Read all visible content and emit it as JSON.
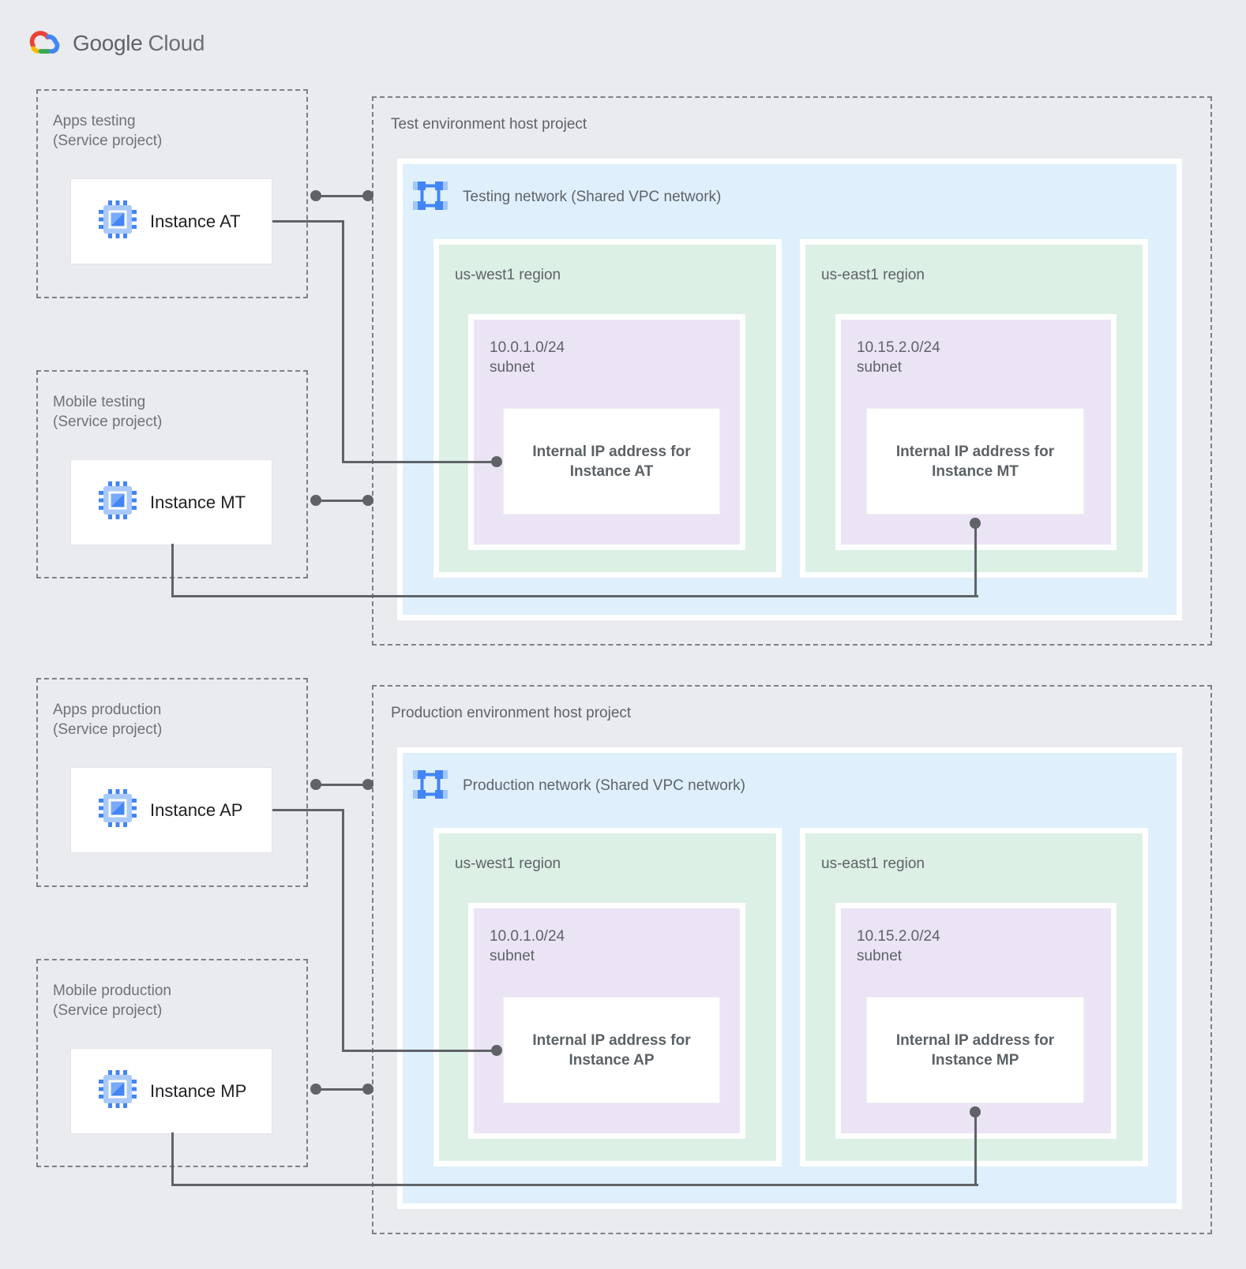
{
  "logo": {
    "brand": "Google",
    "product": "Cloud"
  },
  "colors": {
    "background": "#e9ebee",
    "network_fill": "#dff0fc",
    "region_fill": "#dcf0e6",
    "subnet_fill": "#ebe4f5",
    "connector": "#5f6368",
    "icon_blue": "#4285f4",
    "icon_light_blue": "#a9c9fa"
  },
  "sections": [
    {
      "host_title": "Test environment host project",
      "network_label": "Testing network (Shared VPC network)",
      "service_projects": [
        {
          "name": "Apps testing",
          "kind": "(Service project)",
          "instance_label": "Instance AT"
        },
        {
          "name": "Mobile testing",
          "kind": "(Service project)",
          "instance_label": "Instance MT"
        }
      ],
      "regions": [
        {
          "name": "us-west1 region",
          "subnet_cidr": "10.0.1.0/24",
          "subnet_word": "subnet",
          "ip_label": "Internal IP address for Instance AT"
        },
        {
          "name": "us-east1 region",
          "subnet_cidr": "10.15.2.0/24",
          "subnet_word": "subnet",
          "ip_label": "Internal IP address for Instance MT"
        }
      ]
    },
    {
      "host_title": "Production environment host project",
      "network_label": "Production network (Shared VPC network)",
      "service_projects": [
        {
          "name": "Apps production",
          "kind": "(Service project)",
          "instance_label": "Instance AP"
        },
        {
          "name": "Mobile production",
          "kind": "(Service project)",
          "instance_label": "Instance MP"
        }
      ],
      "regions": [
        {
          "name": "us-west1 region",
          "subnet_cidr": "10.0.1.0/24",
          "subnet_word": "subnet",
          "ip_label": "Internal IP address for Instance AP"
        },
        {
          "name": "us-east1 region",
          "subnet_cidr": "10.15.2.0/24",
          "subnet_word": "subnet",
          "ip_label": "Internal IP address for Instance MP"
        }
      ]
    }
  ]
}
